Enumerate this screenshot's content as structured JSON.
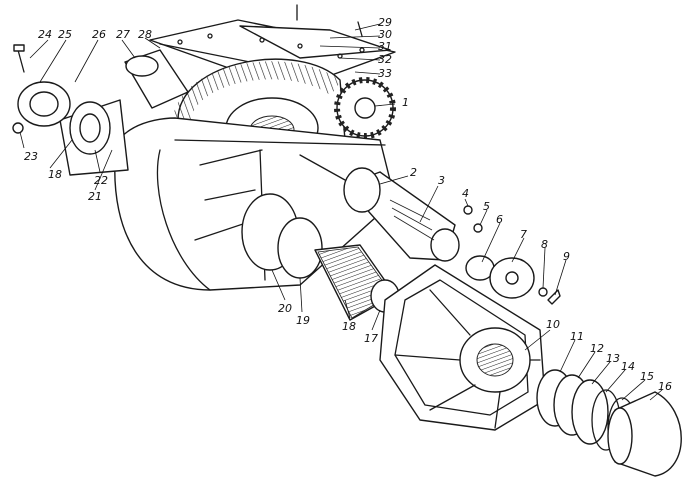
{
  "diagram": {
    "labels": [
      "1",
      "2",
      "3",
      "4",
      "5",
      "6",
      "7",
      "8",
      "9",
      "10",
      "11",
      "12",
      "13",
      "14",
      "15",
      "16",
      "17",
      "18",
      "19",
      "20",
      "21",
      "22",
      "23",
      "24",
      "25",
      "26",
      "27",
      "28",
      "29",
      "30",
      "31",
      "32",
      "33"
    ],
    "icon": "exploded-gearbox-assembly-drawing"
  }
}
